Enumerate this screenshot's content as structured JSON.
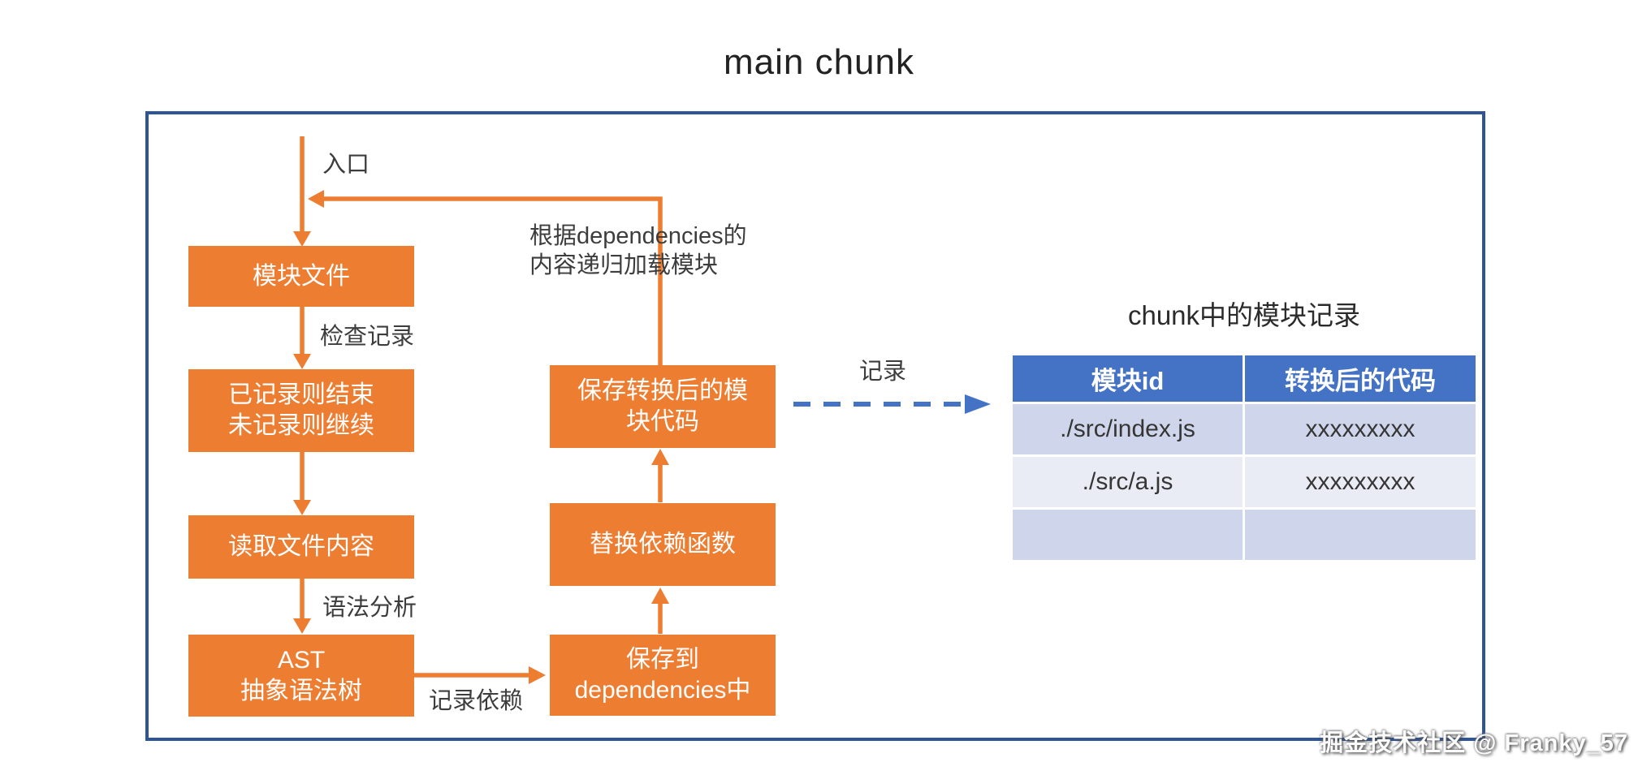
{
  "title": "main chunk",
  "colors": {
    "box_orange": "#ED7D31",
    "frame_blue": "#2F5597",
    "table_header_blue": "#4472C4",
    "row_dark": "#CFD5EA",
    "row_light": "#E9EBF5"
  },
  "flow": {
    "labels": {
      "entry": "入口",
      "check_record": "检查记录",
      "syntax_parse": "语法分析",
      "record_dependency": "记录依赖",
      "recursion": "根据dependencies的\n内容递归加载模块",
      "record": "记录"
    },
    "boxes": {
      "module_file": "模块文件",
      "recorded_check": "已记录则结束\n未记录则继续",
      "read_file": "读取文件内容",
      "ast": "AST\n抽象语法树",
      "save_module_code": "保存转换后的模\n块代码",
      "replace_dep_fn": "替换依赖函数",
      "save_to_deps": "保存到\ndependencies中"
    }
  },
  "table": {
    "title": "chunk中的模块记录",
    "headers": [
      "模块id",
      "转换后的代码"
    ],
    "rows": [
      {
        "cells": [
          "./src/index.js",
          "xxxxxxxxx"
        ]
      },
      {
        "cells": [
          "./src/a.js",
          "xxxxxxxxx"
        ]
      },
      {
        "cells": [
          "",
          ""
        ]
      }
    ]
  },
  "watermark": "掘金技术社区 @ Franky_57"
}
